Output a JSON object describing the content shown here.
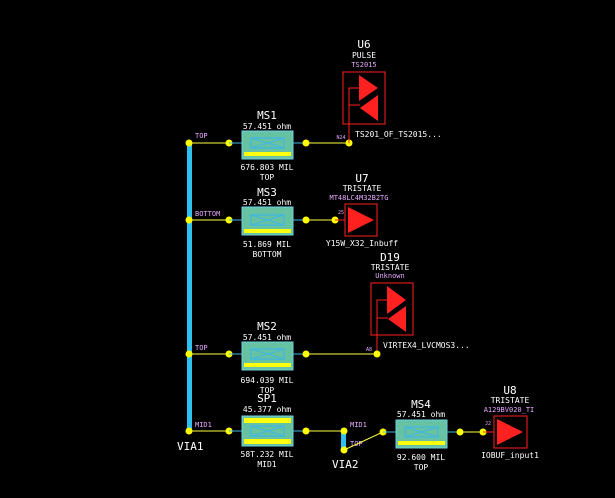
{
  "schematic": {
    "background": "#000000",
    "colors": {
      "wire": "#ffff40",
      "node": "#ffff00",
      "via": "#30c0f0",
      "tline_fill": "#66c2a0",
      "tline_stripe": "#ffff10",
      "component": "#ff2020",
      "label_white": "#ffffff",
      "label_pink": "#e6a8ff"
    },
    "vias": [
      {
        "id": "via1",
        "label": "VIA1"
      },
      {
        "id": "via2",
        "label": "VIA2"
      }
    ],
    "tlines": [
      {
        "id": "ms1",
        "name": "MS1",
        "impedance": "57.451 ohm",
        "length": "676.803 MIL",
        "layer": "TOP",
        "input_layer_label": "TOP"
      },
      {
        "id": "ms3",
        "name": "MS3",
        "impedance": "57.451 ohm",
        "length": "51.869 MIL",
        "layer": "BOTTOM",
        "input_layer_label": "BOTTOM"
      },
      {
        "id": "ms2",
        "name": "MS2",
        "impedance": "57.451 ohm",
        "length": "694.039 MIL",
        "layer": "TOP",
        "input_layer_label": "TOP"
      },
      {
        "id": "sp1",
        "name": "SP1",
        "impedance": "45.377 ohm",
        "length": "58T.232 MIL",
        "layer": "MID1",
        "input_layer_label": "MID1"
      },
      {
        "id": "ms4",
        "name": "MS4",
        "impedance": "57.451 ohm",
        "length": "92.600 MIL",
        "layer": "TOP"
      }
    ],
    "via2_labels": {
      "top": "MID1",
      "bottom": "TOP"
    },
    "components": [
      {
        "id": "u6",
        "ref": "U6",
        "type": "PULSE",
        "part": "TS2015",
        "pin": "N24",
        "model": "TS201_OF_TS2015..."
      },
      {
        "id": "u7",
        "ref": "U7",
        "type": "TRISTATE",
        "part": "MT48LC4M32B2TG",
        "pin": "25",
        "model": "Y15W_X32_Inbuff"
      },
      {
        "id": "d19",
        "ref": "D19",
        "type": "TRISTATE",
        "part": "Unknown",
        "pin": "A8",
        "model": "VIRTEX4_LVCMOS3..."
      },
      {
        "id": "u8",
        "ref": "U8",
        "type": "TRISTATE",
        "part": "A129BV020_TI",
        "pin": "J2",
        "model": "IOBUF_input1"
      }
    ]
  }
}
